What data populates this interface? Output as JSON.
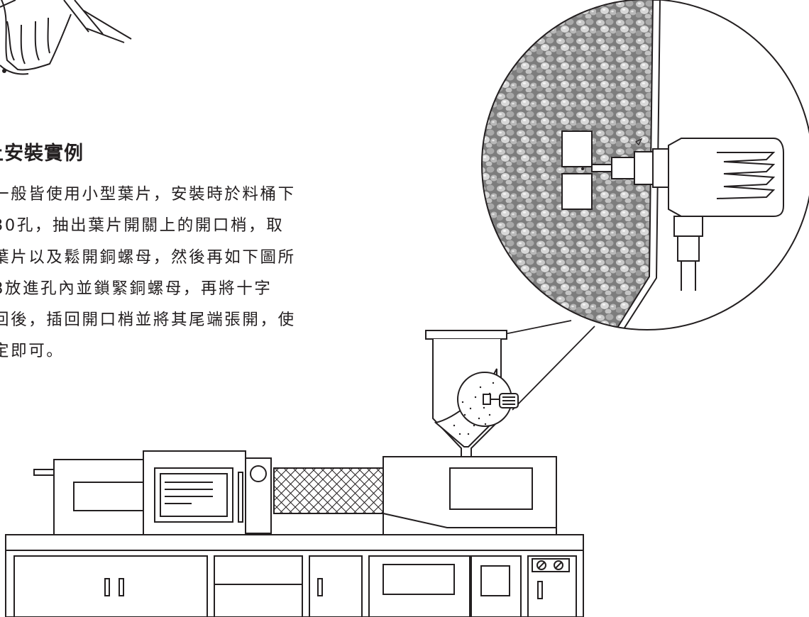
{
  "section": {
    "title": "上安裝實例",
    "lines": [
      "一般皆使用小型葉片，安裝時於料桶下",
      "30孔，抽出葉片開關上的開口梢，取",
      "葉片以及鬆開銅螺母，然後再如下圖所",
      "8放進孔內並鎖緊銅螺母，再將十字",
      "回後，插回開口梢並將其尾端張開，使",
      "定即可。"
    ]
  },
  "illustration": {
    "stroke_color": "#231f20",
    "pellet_fill_color": "#8a8a8a",
    "machine_fill_color": "#ffffff",
    "components": [
      "switch-head-icon",
      "zoom-detail-icon",
      "hopper-icon",
      "injection-molding-machine-icon"
    ]
  }
}
